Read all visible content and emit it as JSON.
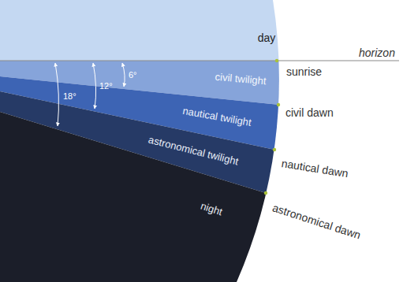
{
  "diagram": {
    "nodes": [
      {
        "text": [
          "day"
        ]
      },
      {
        "text": [
          "civil twilight"
        ]
      },
      {
        "text": [
          "nautical twilight"
        ]
      },
      {
        "text": [
          "astronomical twilight"
        ]
      },
      {
        "text": [
          "night"
        ]
      }
    ],
    "labels": [
      "horizon",
      "sunrise",
      "civil dawn",
      "nautical dawn",
      "astronomical dawn",
      "6°",
      "12°",
      "18°"
    ]
  }
}
